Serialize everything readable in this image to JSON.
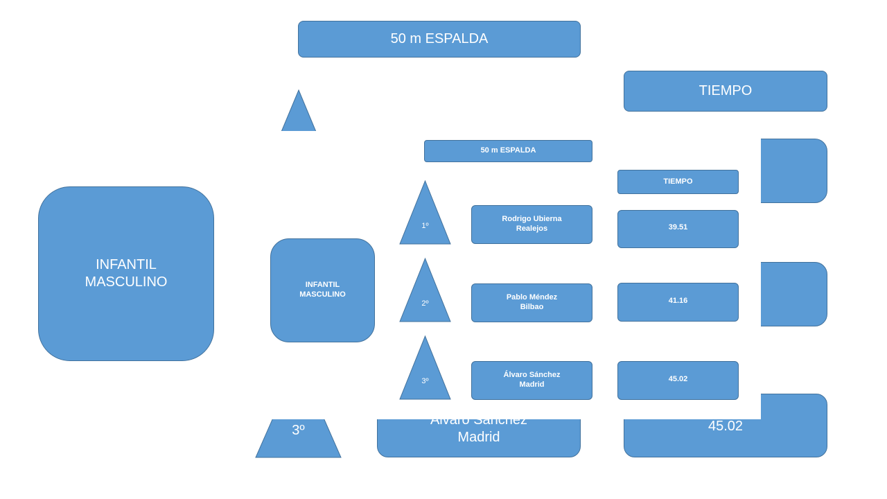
{
  "event": "50 m ESPALDA",
  "category": "INFANTIL MASCULINO",
  "category_lines": [
    "INFANTIL",
    "MASCULINO"
  ],
  "time_header": "TIEMPO",
  "results": [
    {
      "place": "1º",
      "name": "Rodrigo Ubierna",
      "club": "Realejos",
      "time": "39.51"
    },
    {
      "place": "2º",
      "name": "Pablo Méndez",
      "club": "Bilbao",
      "time": "41.16"
    },
    {
      "place": "3º",
      "name": "Álvaro Sánchez",
      "club": "Madrid",
      "time": "45.02"
    }
  ],
  "colors": {
    "shape_fill": "#5b9bd5",
    "shape_border": "#41719c",
    "text": "#ffffff",
    "background": "#ffffff"
  }
}
